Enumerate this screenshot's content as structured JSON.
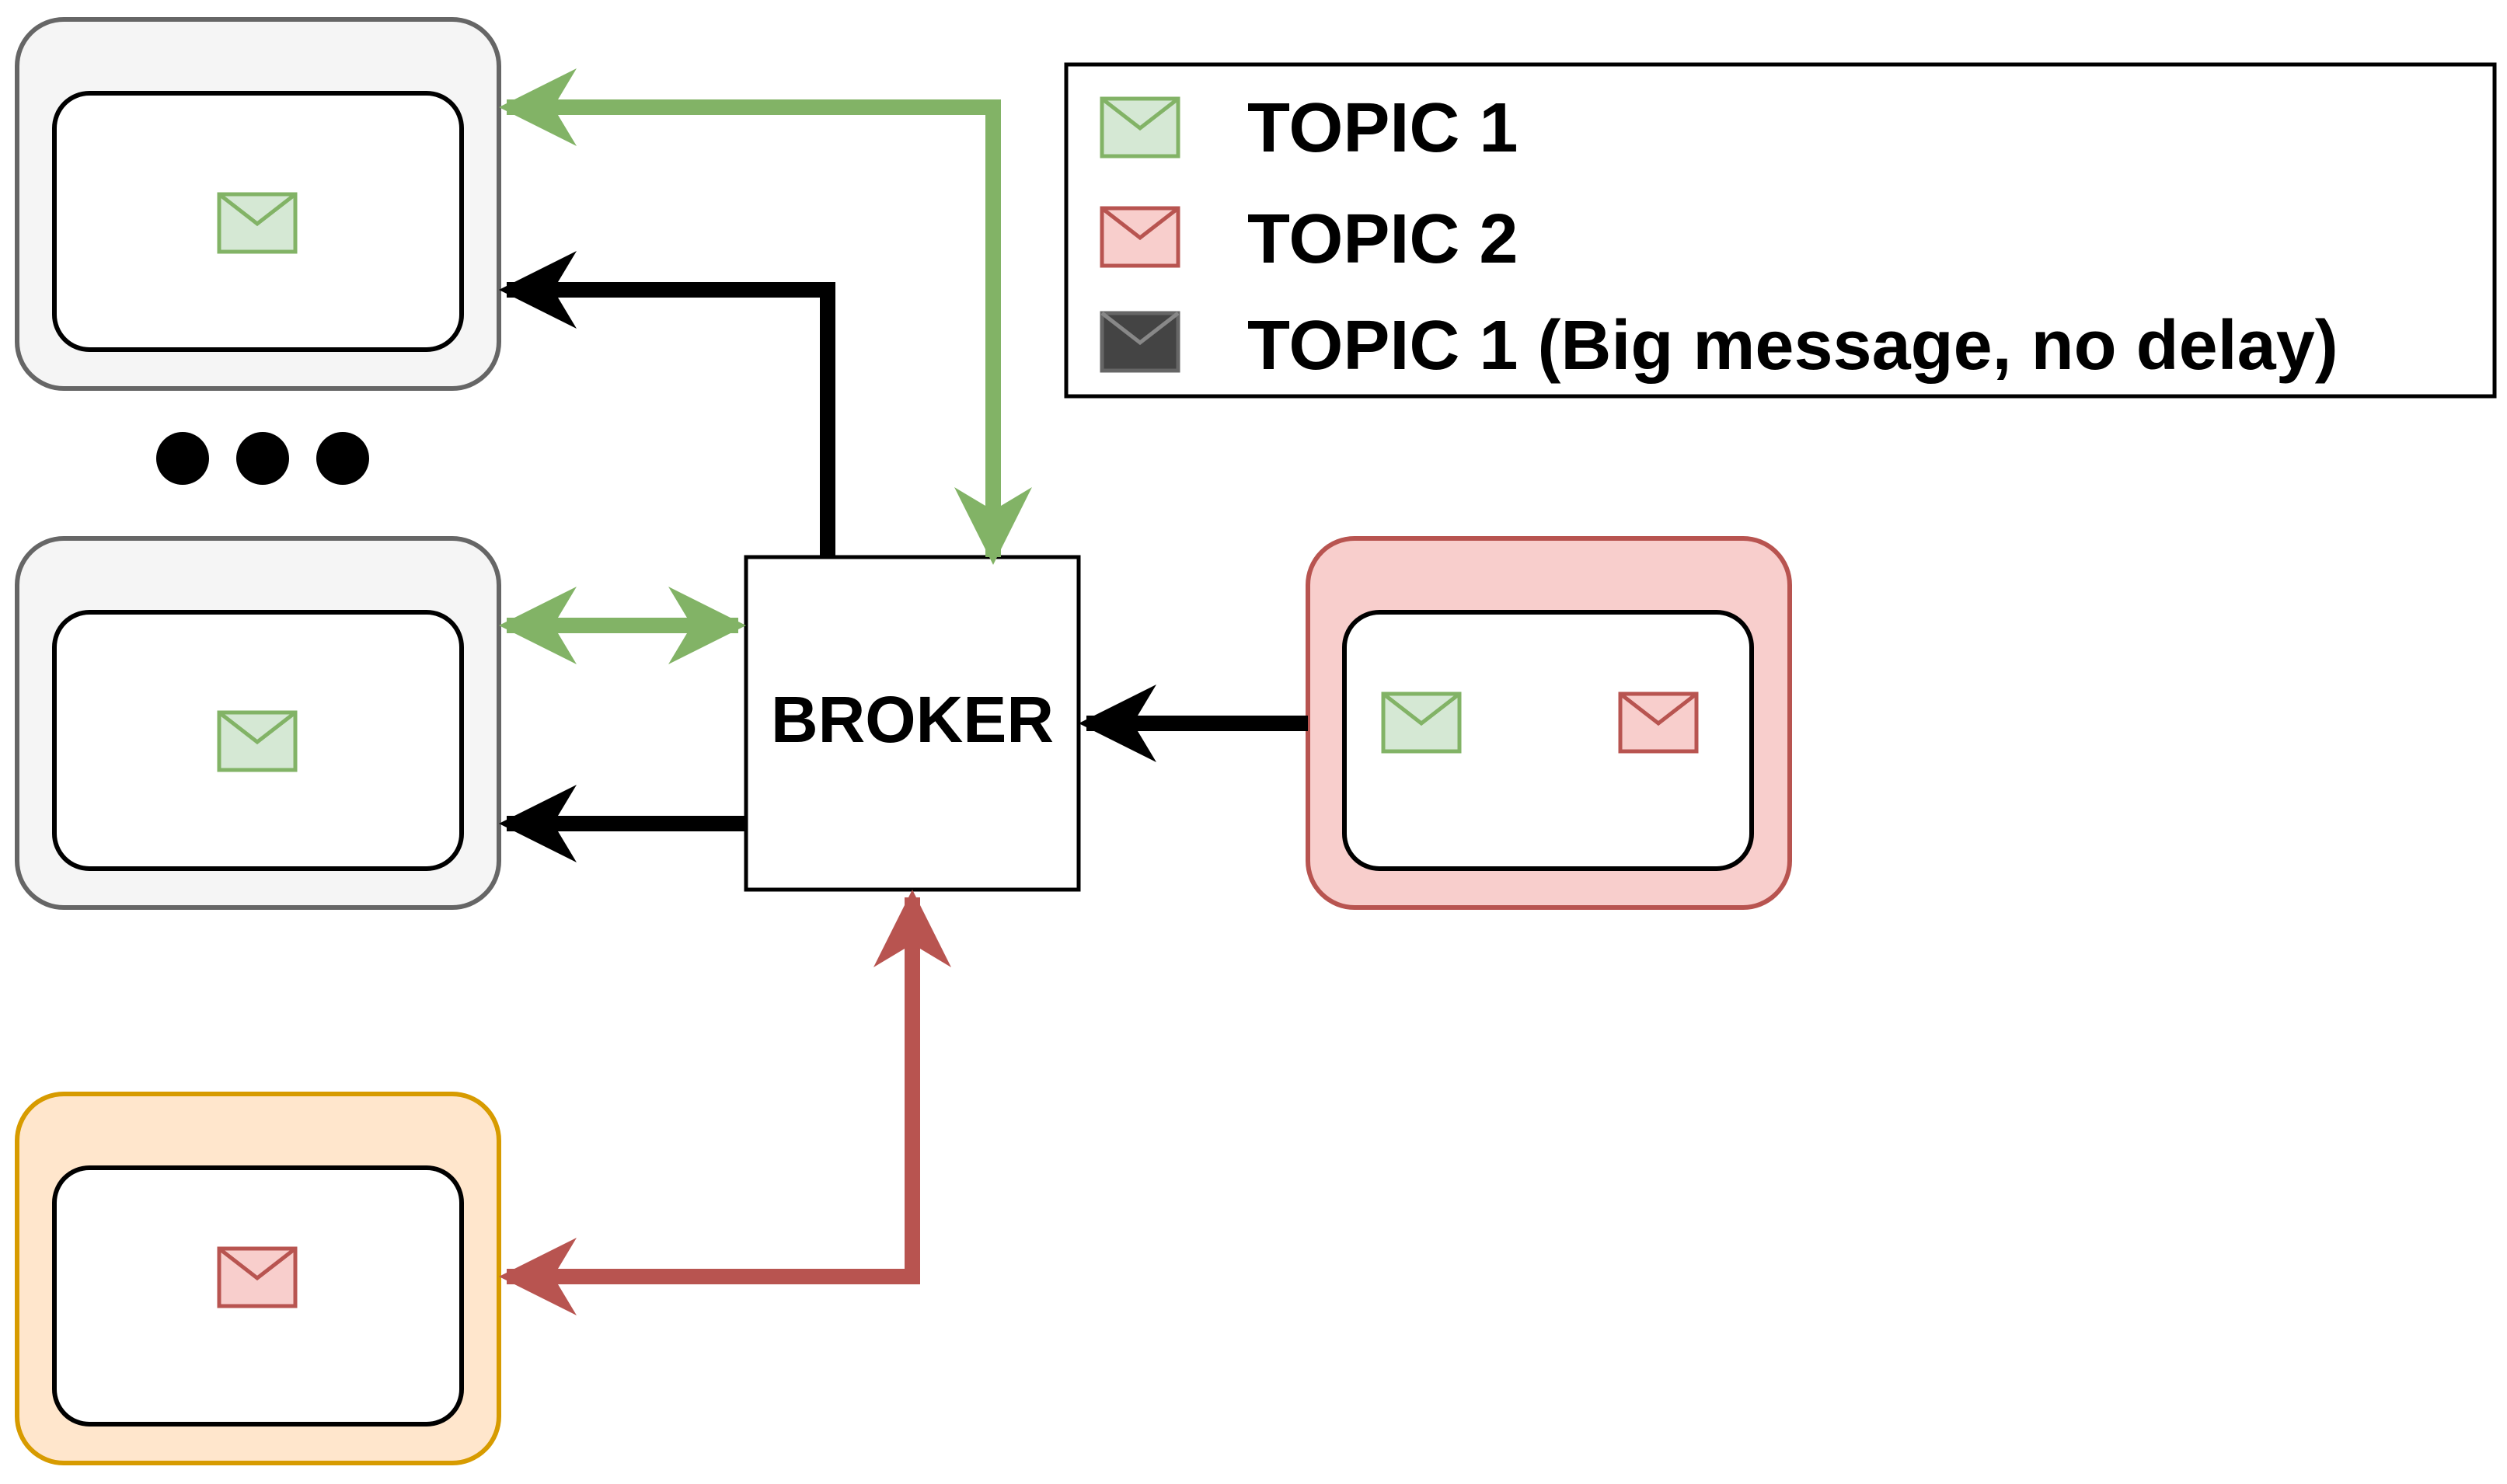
{
  "colors": {
    "topic1_stroke": "#82b366",
    "topic1_fill": "#d5e8d4",
    "topic2_stroke": "#b85450",
    "topic2_fill": "#f8cecc",
    "big_message_stroke": "#666666",
    "big_message_fill": "#444444",
    "subscriber_fill": "#f5f5f5",
    "subscriber_stroke": "#666666",
    "publisher_fill": "#f8cecc",
    "publisher_stroke": "#b85450",
    "topic2_subscriber_fill": "#ffe6cc",
    "topic2_subscriber_stroke": "#d79b00",
    "link_black": "#000000"
  },
  "legend": {
    "items": [
      {
        "label": "TOPIC 1",
        "icon": "envelope-icon-topic1"
      },
      {
        "label": "TOPIC 2",
        "icon": "envelope-icon-topic2"
      },
      {
        "label": "TOPIC 1 (Big message, no delay)",
        "icon": "envelope-icon-big-message"
      }
    ]
  },
  "broker": {
    "label": "BROKER"
  },
  "nodes": {
    "subscriber_1": {
      "icon": "envelope-icon-topic1"
    },
    "subscriber_n": {
      "icon": "envelope-icon-topic1"
    },
    "publisher": {
      "icons": [
        "envelope-icon-topic1",
        "envelope-icon-topic2"
      ]
    },
    "topic2_subscriber": {
      "icon": "envelope-icon-topic2"
    },
    "ellipsis": {
      "icon": "ellipsis-dots-icon"
    }
  }
}
